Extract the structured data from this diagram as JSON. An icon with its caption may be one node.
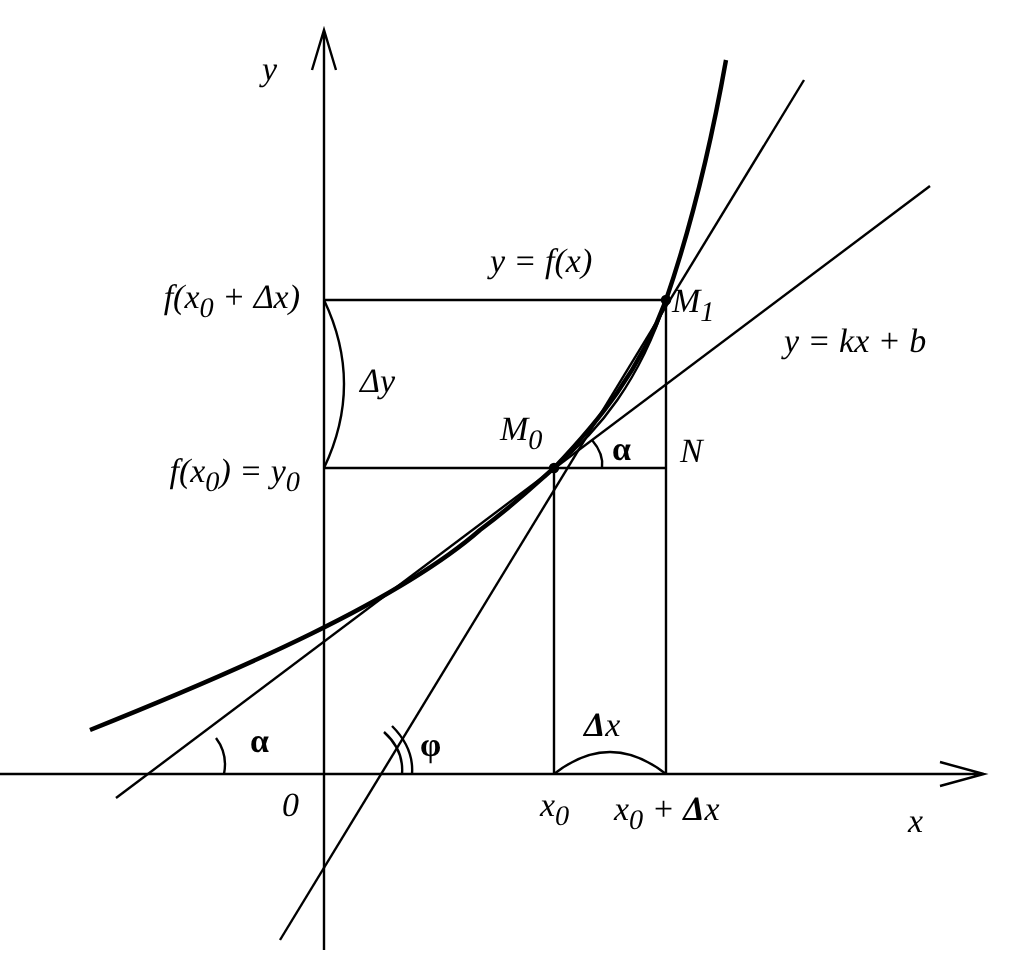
{
  "diagram": {
    "labels": [
      "y",
      "f(x$_{0}$ + Δx)",
      "y = f(x)",
      "M$_{1}$",
      "y = kx + b",
      "Δy",
      "M$_{0}$",
      "α",
      "N",
      "f(x$_{0}$) = y$_{0}$",
      "**Δ**x",
      "α",
      "φ",
      "0",
      "x$_{0}$",
      "x$_{0}$ + **Δ**x",
      "x"
    ]
  }
}
